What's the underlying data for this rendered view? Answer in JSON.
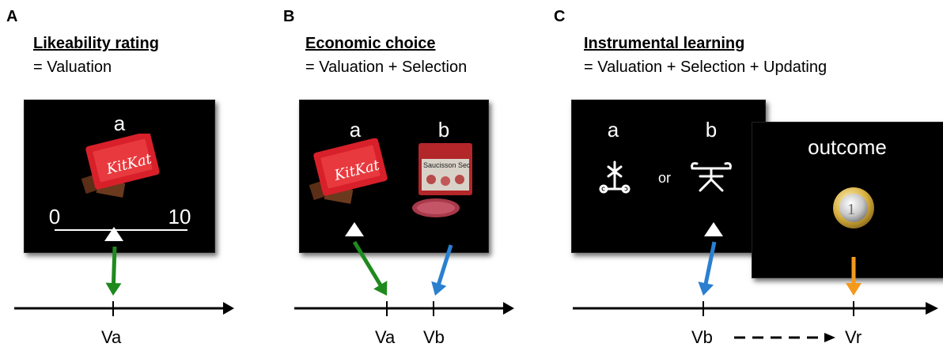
{
  "panels": [
    {
      "letter": "A",
      "title": "Likeability rating",
      "subtitle": "= Valuation",
      "screen": {
        "item_label": "a",
        "scale_min": "0",
        "scale_max": "10"
      },
      "axis_labels": [
        "Va"
      ],
      "arrow_colors": [
        "#1e8a1e"
      ]
    },
    {
      "letter": "B",
      "title": "Economic choice",
      "subtitle": "= Valuation + Selection",
      "screen": {
        "item_labels": [
          "a",
          "b"
        ]
      },
      "axis_labels": [
        "Va",
        "Vb"
      ],
      "arrow_colors": [
        "#1e8a1e",
        "#2a7fd0"
      ]
    },
    {
      "letter": "C",
      "title": "Instrumental learning",
      "subtitle": "= Valuation + Selection + Updating",
      "screen": {
        "item_labels": [
          "a",
          "b"
        ],
        "connector": "or",
        "outcome_label": "outcome"
      },
      "axis_labels": [
        "Vb",
        "Vr"
      ],
      "arrow_colors": [
        "#2a7fd0",
        "#f39a1e"
      ]
    }
  ],
  "images": {
    "kitkat_wrapper_text": "KitKat",
    "saucisson_wrapper_text": "Saucisson Sec"
  }
}
